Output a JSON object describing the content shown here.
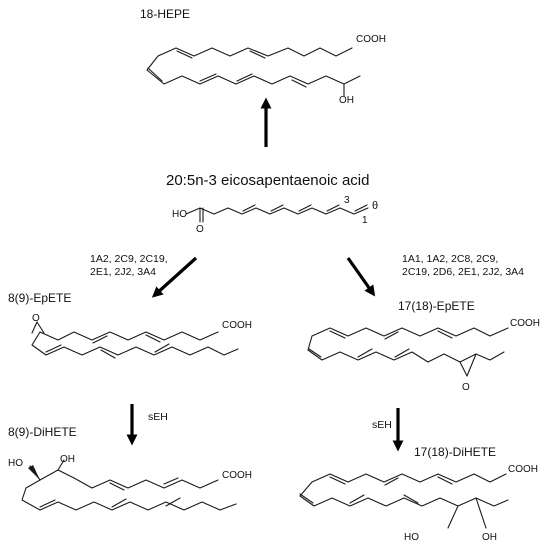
{
  "title": "20:5n-3  eicosapentaenoic acid",
  "compounds": {
    "hepe18": {
      "name": "18-HEPE",
      "cooh": "COOH",
      "oh": "OH"
    },
    "epa": {
      "ho": "HO",
      "o": "O",
      "pos3": "3",
      "pos1": "1",
      "omega": "θ"
    },
    "epete89": {
      "name": "8(9)-EpETE",
      "cooh": "COOH",
      "o": "O"
    },
    "epete1718": {
      "name": "17(18)-EpETE",
      "cooh": "COOH",
      "o": "O"
    },
    "dihete89": {
      "name": "8(9)-DiHETE",
      "cooh": "COOH",
      "ho": "HO",
      "oh": "OH"
    },
    "dihete1718": {
      "name": "17(18)-DiHETE",
      "cooh": "COOH",
      "ho": "HO",
      "oh": "OH"
    }
  },
  "enzymes": {
    "left": [
      "1A2, 2C9, 2C19,",
      "2E1, 2J2, 3A4"
    ],
    "right": [
      "1A1, 1A2, 2C8, 2C9,",
      "2C19, 2D6, 2E1, 2J2, 3A4"
    ],
    "seh_left": "sEH",
    "seh_right": "sEH"
  }
}
